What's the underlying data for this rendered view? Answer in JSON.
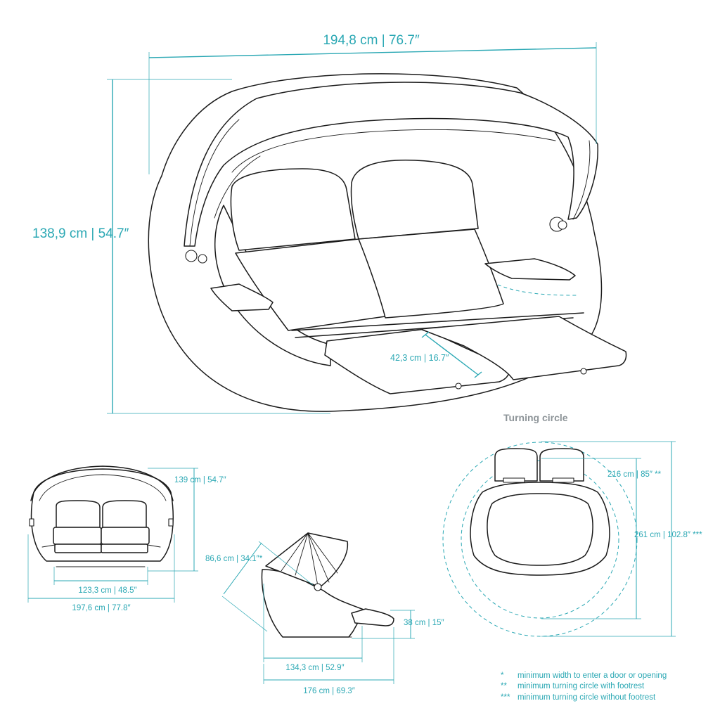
{
  "main_view": {
    "width_dimension": "194,8 cm | 76.7″",
    "height_dimension": "138,9 cm | 54.7″",
    "footrest_dimension": "42,3 cm | 16.7″"
  },
  "front_view": {
    "height_dimension": "139 cm | 54.7″",
    "inner_width_dimension": "123,3 cm | 48.5″",
    "outer_width_dimension": "197,6 cm | 77.8″"
  },
  "side_view": {
    "diagonal_dimension": "86,6 cm | 34.1″*",
    "footrest_height_dimension": "38 cm | 15″",
    "depth_dimension": "134,3 cm | 52.9″",
    "total_depth_dimension": "176 cm | 69.3″"
  },
  "turning_circle": {
    "title": "Turning circle",
    "with_footrest_dimension": "216 cm | 85″ **",
    "without_footrest_dimension": "261 cm | 102.8″ ***"
  },
  "legend": [
    {
      "marker": "*",
      "text": "minimum width to enter a door or opening"
    },
    {
      "marker": "**",
      "text": "minimum turning circle with footrest"
    },
    {
      "marker": "***",
      "text": "minimum turning circle without footrest"
    }
  ],
  "colors": {
    "dimension_teal": "#2ba8b4",
    "outline": "#1b1b1b",
    "title_gray": "#8d9498"
  }
}
